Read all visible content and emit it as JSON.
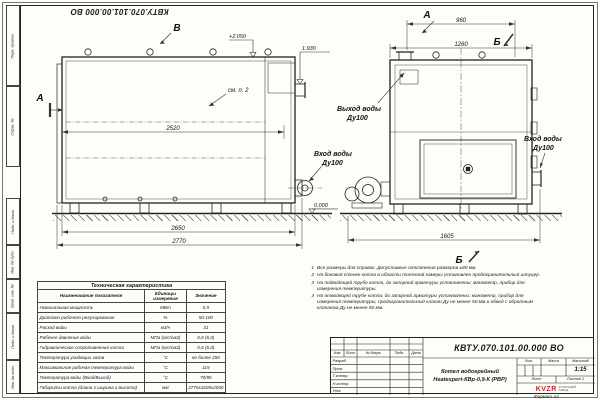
{
  "sheet": {
    "top_code": "КВТУ.070.101.00.000 ВО",
    "format_label": "Формат А3",
    "left_labels": [
      "Перв. примен.",
      "Справ. №",
      "Подп. и дата",
      "Инв. № дубл.",
      "Взам. инв. №",
      "Подп. и дата",
      "Инв. № подл."
    ]
  },
  "views": {
    "side": {
      "label": "В",
      "section": "А",
      "note_ref": "см. п. 2",
      "elev_top": "+2.050",
      "elev_stub": "1.930",
      "elev_ground": "0.000",
      "dim_inner": "2520",
      "dim_body": "2650",
      "dim_overall": "2770",
      "inlet_line1": "Вход воды",
      "inlet_line2": "Ду100"
    },
    "front": {
      "label": "А",
      "section": "Б",
      "dim_top": "960",
      "dim_mid": "1260",
      "dim_overall": "1605",
      "outlet_line1": "Выход воды",
      "outlet_line2": "Ду100",
      "inlet_line1": "Вход воды",
      "inlet_line2": "Ду100"
    }
  },
  "tech_table": {
    "title": "Техническая характеристика",
    "headers": [
      "Наименование показателя",
      "Единицы измерения",
      "Значение"
    ],
    "rows": [
      [
        "Номинальная мощность",
        "МВт",
        "0,9"
      ],
      [
        "Диапазон рабочего регулирования",
        "%",
        "50-100"
      ],
      [
        "Расход воды",
        "м3/ч",
        "31"
      ],
      [
        "Рабочее давление воды",
        "МПа (кгс/см2)",
        "0,6 (6,0)"
      ],
      [
        "Гидравлическое сопротивление котла",
        "МПа (кгс/см2)",
        "0,6 (6,0)"
      ],
      [
        "Температура уходящих газов",
        "°С",
        "не более 250"
      ],
      [
        "Максимальная рабочая температура воды",
        "°С",
        "115"
      ],
      [
        "Температура воды (Вход/Выход)",
        "°С",
        "70/95"
      ],
      [
        "Габариты котла (длина х ширина х высота)",
        "мм",
        "2770х1605х2050"
      ]
    ]
  },
  "notes": [
    {
      "num": "1",
      "text": "Все размеры для справок. Допустимые отклонения размеров ±80 мм."
    },
    {
      "num": "2",
      "text": "На боковой стенке котла в области топочной камеры установлен предохранительный штуцер."
    },
    {
      "num": "3",
      "text": "На подводящей трубе котла, до запорной арматуры установлены: манометр, прибор для измерения температуры."
    },
    {
      "num": "4",
      "text": "На отводящей трубе котла, до запорной арматуры установлены: манометр, прибор для измерения температуры, предохранительный клапан Ду не менее 50 мм и обвод с обратным клапаном Ду не менее 50 мм."
    }
  ],
  "title_block": {
    "doc_number": "КВТУ.070.101.00.000 ВО",
    "product_line1": "Котел водогрейный",
    "product_line2": "Heatexpert-КВр-0,9-К (РВР)",
    "cols": [
      "Изм.",
      "Лист",
      "№ докум.",
      "Подп.",
      "Дата"
    ],
    "rows": [
      "Разраб.",
      "Пров.",
      "Т.контр.",
      "Н.контр.",
      "Утв."
    ],
    "lit": "Лит.",
    "mass": "Масса",
    "scale": "Масштаб",
    "scale_value": "1:15",
    "sheet": "Лист",
    "sheets": "Листов",
    "sheets_value": "1",
    "company_logo": "KVZR",
    "company_line1": "КОТЕЛЬНЫЙ",
    "company_line2": "ЗАВОД"
  }
}
